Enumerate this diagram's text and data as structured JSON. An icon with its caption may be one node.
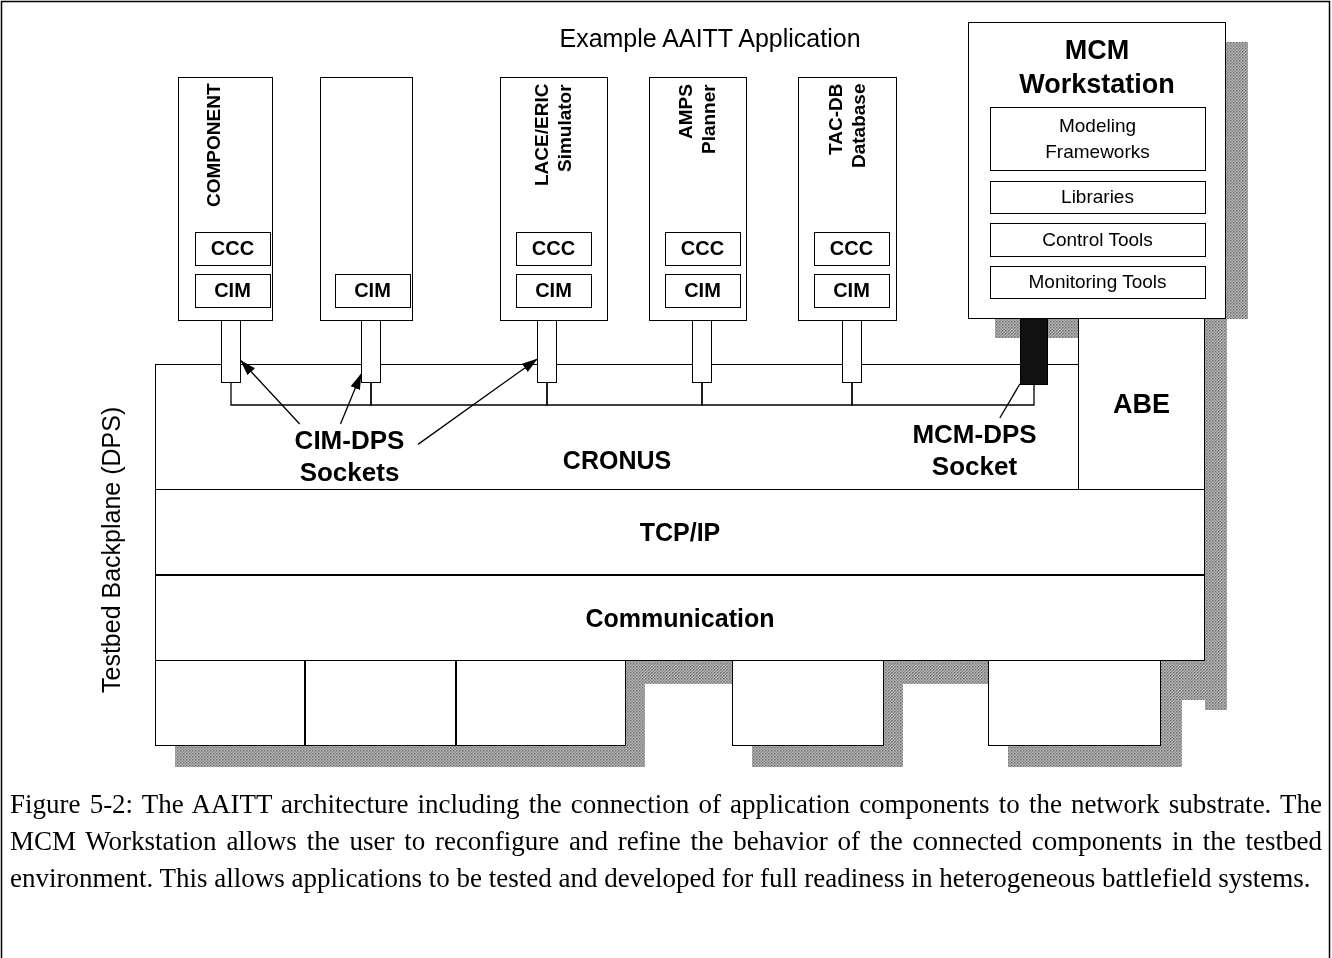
{
  "diagram": {
    "title": "Example AAITT Application",
    "caption": "Figure 5-2: The AAITT architecture including the connection of application components to the network substrate. The MCM Workstation allows the user to reconfigure and refine the behavior of the connected components in the testbed environment. This allows applications to be tested and developed for full readiness in heterogeneous battlefield systems.",
    "nodes": [
      {
        "text": [
          "COMPONENT"
        ]
      },
      {
        "text": [
          "CCC"
        ],
        "in": 0
      },
      {
        "text": [
          "CIM"
        ],
        "in": 0
      },
      {
        "text": [],
        "shape": "box"
      },
      {
        "text": [
          "CIM"
        ],
        "in": 3
      },
      {
        "text": [
          "LACE/ERIC Simulator"
        ]
      },
      {
        "text": [
          "CCC"
        ],
        "in": 5
      },
      {
        "text": [
          "CIM"
        ],
        "in": 5
      },
      {
        "text": [
          "AMPS Planner"
        ]
      },
      {
        "text": [
          "CCC"
        ],
        "in": 8
      },
      {
        "text": [
          "CIM"
        ],
        "in": 8
      },
      {
        "text": [
          "TAC-DB Database"
        ]
      },
      {
        "text": [
          "CCC"
        ],
        "in": 11
      },
      {
        "text": [
          "CIM"
        ],
        "in": 11
      },
      {
        "text": [
          "MCM Workstation"
        ]
      },
      {
        "text": [
          "Modeling Frameworks"
        ],
        "in": 14
      },
      {
        "text": [
          "Libraries"
        ],
        "in": 14
      },
      {
        "text": [
          "Control Tools"
        ],
        "in": 14
      },
      {
        "text": [
          "Monitoring Tools"
        ],
        "in": 14
      },
      {
        "text": [],
        "shape": "box"
      },
      {
        "text": [],
        "shape": "box"
      },
      {
        "text": [],
        "shape": "box"
      },
      {
        "text": [],
        "shape": "box"
      },
      {
        "text": [],
        "shape": "box"
      },
      {
        "text": [],
        "shape": "box"
      },
      {
        "text": [
          "CRONUS"
        ]
      },
      {
        "text": [
          "ABE"
        ]
      },
      {
        "text": [
          "TCP/IP"
        ]
      },
      {
        "text": [
          "Communication"
        ]
      },
      {
        "text": [],
        "shape": "box"
      },
      {
        "text": [],
        "shape": "box"
      },
      {
        "text": [],
        "shape": "box"
      },
      {
        "text": [],
        "shape": "box"
      },
      {
        "text": [],
        "shape": "box"
      },
      {
        "text": [
          "CIM-DPS Sockets"
        ],
        "in": 25
      },
      {
        "text": [
          "MCM-DPS Socket"
        ],
        "in": 25
      }
    ],
    "edges": [
      {
        "from": 34,
        "to": 19,
        "arrow": "to"
      },
      {
        "from": 34,
        "to": 20,
        "arrow": "to"
      },
      {
        "from": 34,
        "to": 21,
        "arrow": "to"
      },
      {
        "from": 35,
        "to": 24,
        "arrow": "none"
      },
      {
        "from": 19,
        "to": 20,
        "arrow": "none"
      },
      {
        "from": 20,
        "to": 21,
        "arrow": "none"
      },
      {
        "from": 21,
        "to": 22,
        "arrow": "none"
      },
      {
        "from": 22,
        "to": 23,
        "arrow": "none"
      },
      {
        "from": 23,
        "to": 24,
        "arrow": "none"
      }
    ],
    "labels": [
      "Testbed Backplane (DPS)"
    ]
  }
}
